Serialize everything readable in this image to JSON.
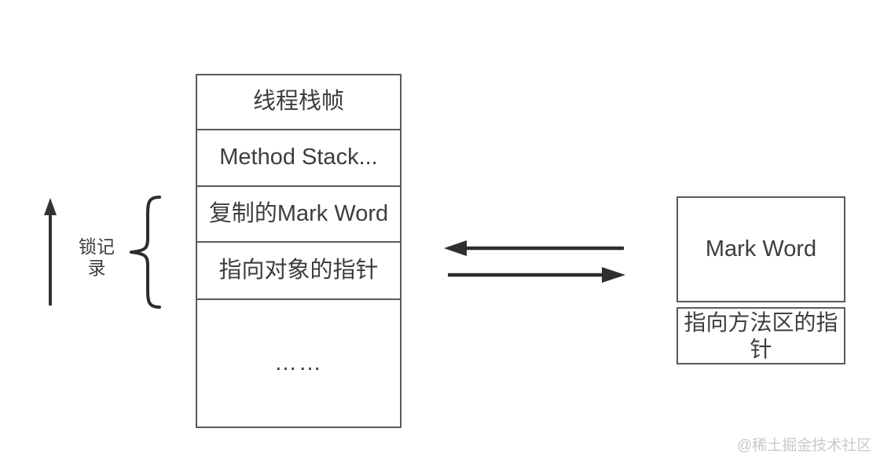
{
  "diagram": {
    "stack_table": {
      "rows": [
        "线程栈帧",
        "Method Stack...",
        "复制的Mark Word",
        "指向对象的指针",
        "……"
      ]
    },
    "lock_record": {
      "label": "锁记录"
    },
    "object_box": {
      "rows": [
        "Mark Word",
        "指向方法区的指针"
      ]
    },
    "watermark": "@稀土掘金技术社区",
    "colors": {
      "background": "#ffffff",
      "box_border": "#5a5a5a",
      "text": "#3d3d3d",
      "arrow": "#2e2e2e",
      "watermark": "#c9c9c9"
    }
  }
}
